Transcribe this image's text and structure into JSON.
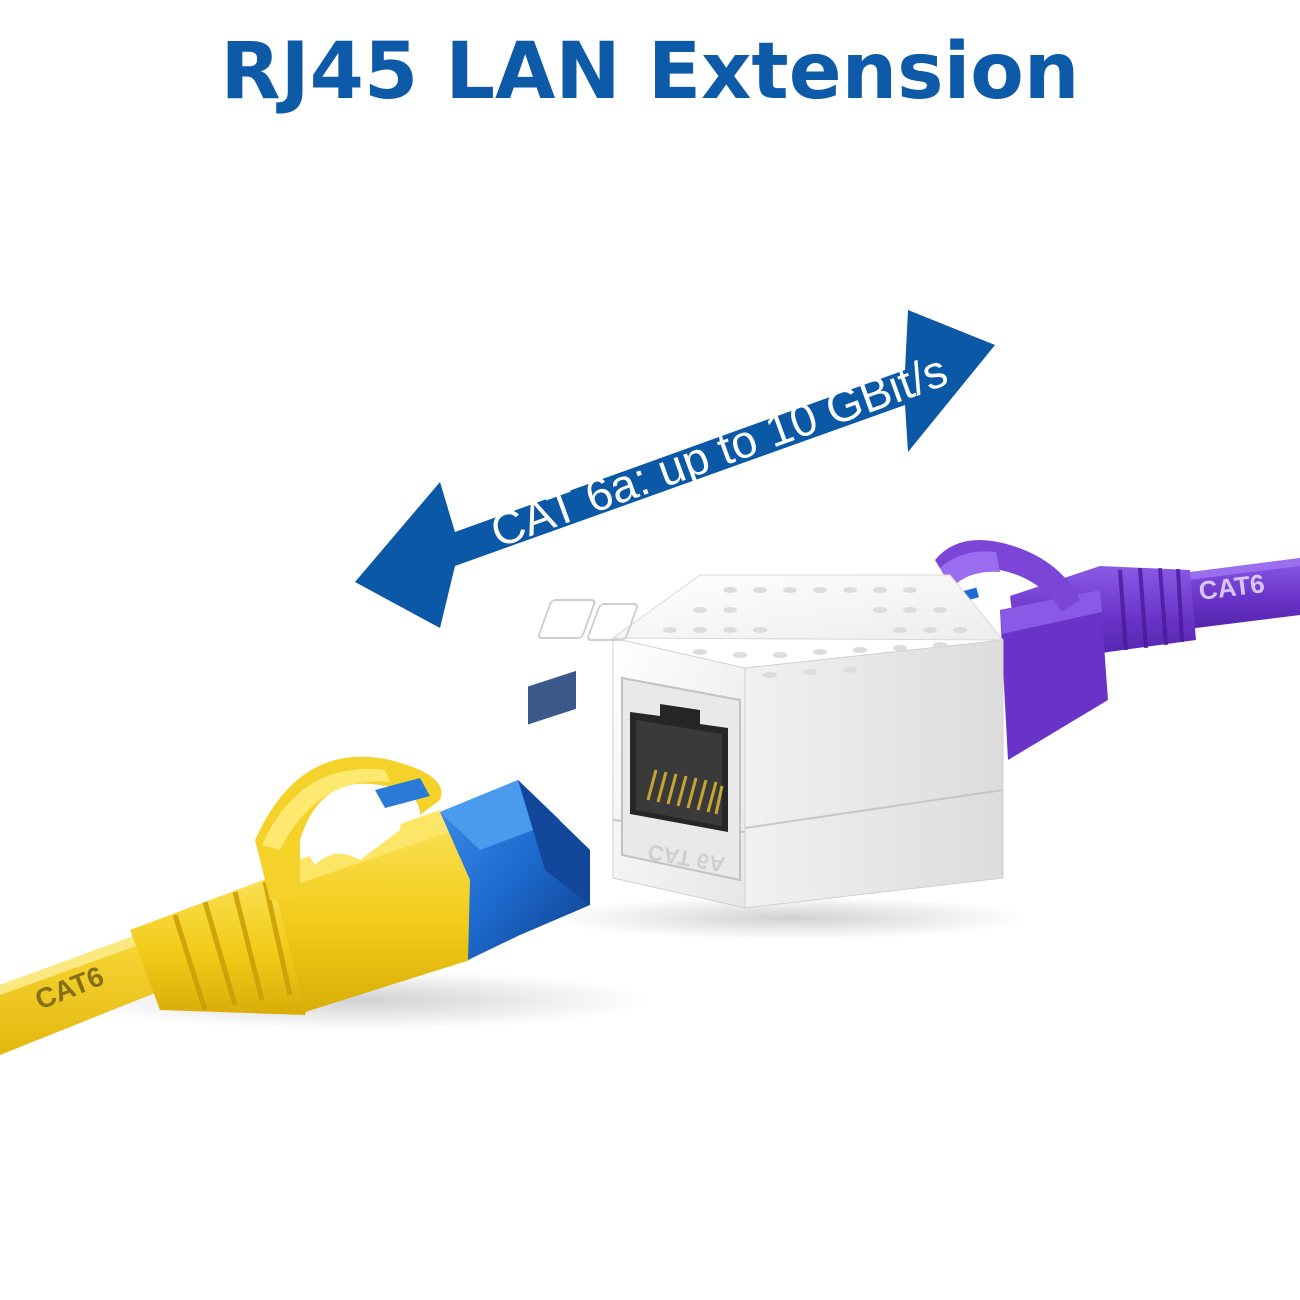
{
  "headline": {
    "title": "RJ45 LAN Extension"
  },
  "arrow": {
    "label": "CAT 6a: up to 10 GBit/s"
  },
  "coupler": {
    "print": "CAT 6A"
  },
  "cables": {
    "left_print": "CAT6",
    "right_print": "CAT6"
  },
  "colors": {
    "brand_blue": "#0d5aa8",
    "arrow_blue": "#0a58a6",
    "yellow": "#f2cc1a",
    "purple": "#6a33c8",
    "coupler_white": "#f4f4f4",
    "connector_blue": "#1e6bd0"
  }
}
